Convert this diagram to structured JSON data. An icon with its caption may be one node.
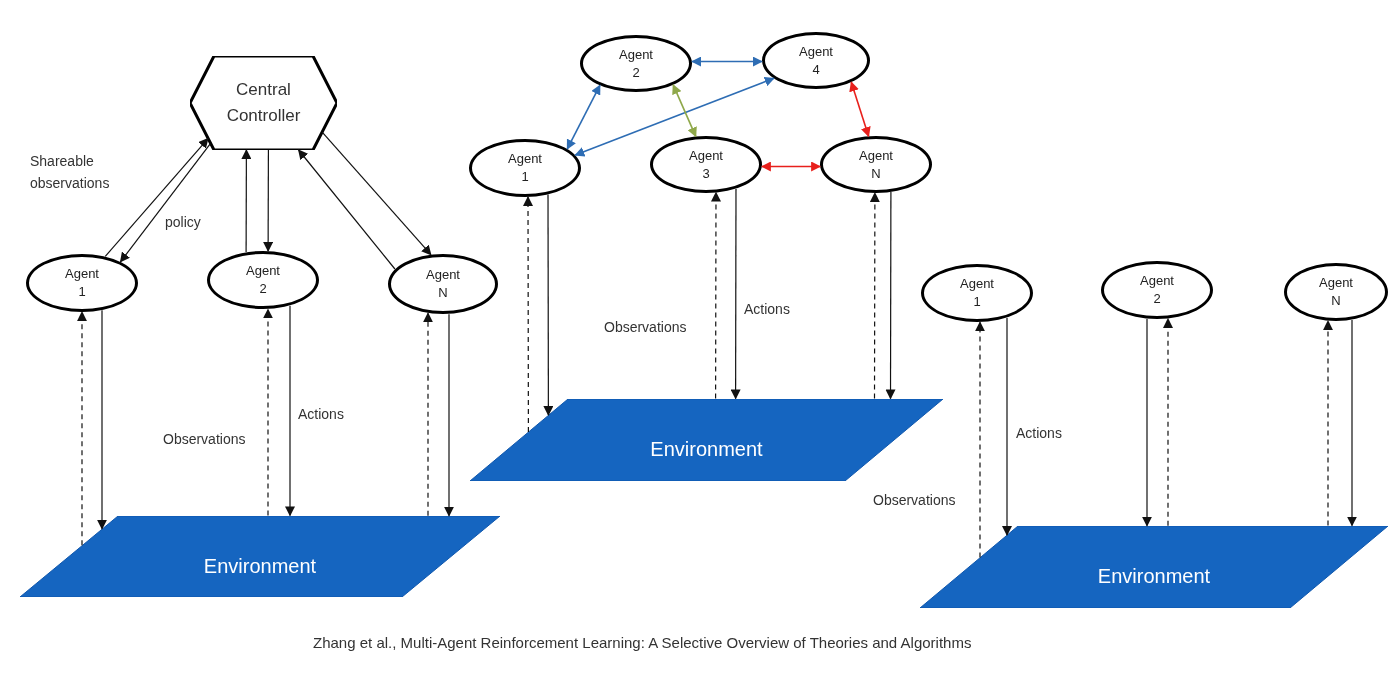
{
  "diagram": {
    "caption": "Zhang et al., Multi-Agent Reinforcement Learning: A Selective Overview of Theories and Algorithms",
    "nodes": [
      {
        "text": [
          "Central Controller"
        ]
      },
      {
        "text": [
          "Agent 1"
        ]
      },
      {
        "text": [
          "Agent 2"
        ]
      },
      {
        "text": [
          "Agent N"
        ]
      },
      {
        "text": [
          "Environment"
        ]
      },
      {
        "text": [
          "Agent 2"
        ]
      },
      {
        "text": [
          "Agent 4"
        ]
      },
      {
        "text": [
          "Agent 1"
        ]
      },
      {
        "text": [
          "Agent 3"
        ]
      },
      {
        "text": [
          "Agent N"
        ]
      },
      {
        "text": [
          "Environment"
        ]
      },
      {
        "text": [
          "Agent 1"
        ]
      },
      {
        "text": [
          "Agent 2"
        ]
      },
      {
        "text": [
          "Agent N"
        ]
      },
      {
        "text": [
          "Environment"
        ]
      }
    ],
    "edges": [
      {
        "from": 1,
        "to": 0,
        "arrow": "to",
        "label": "Shareable observations"
      },
      {
        "from": 0,
        "to": 1,
        "arrow": "to",
        "label": "policy"
      },
      {
        "from": 2,
        "to": 0,
        "arrow": "to"
      },
      {
        "from": 0,
        "to": 2,
        "arrow": "to"
      },
      {
        "from": 3,
        "to": 0,
        "arrow": "to"
      },
      {
        "from": 0,
        "to": 3,
        "arrow": "to"
      },
      {
        "from": 4,
        "to": 1,
        "arrow": "to",
        "style": "dashed"
      },
      {
        "from": 1,
        "to": 4,
        "arrow": "to"
      },
      {
        "from": 4,
        "to": 2,
        "arrow": "to",
        "style": "dashed",
        "label": "Observations"
      },
      {
        "from": 2,
        "to": 4,
        "arrow": "to",
        "label": "Actions"
      },
      {
        "from": 4,
        "to": 3,
        "arrow": "to",
        "style": "dashed"
      },
      {
        "from": 3,
        "to": 4,
        "arrow": "to"
      },
      {
        "from": 7,
        "to": 5,
        "arrow": "both",
        "color": "#2e6db4"
      },
      {
        "from": 5,
        "to": 6,
        "arrow": "both",
        "color": "#2e6db4"
      },
      {
        "from": 7,
        "to": 6,
        "arrow": "both",
        "color": "#2e6db4"
      },
      {
        "from": 5,
        "to": 8,
        "arrow": "both",
        "color": "#8fa84a"
      },
      {
        "from": 6,
        "to": 9,
        "arrow": "both",
        "color": "#e8201c"
      },
      {
        "from": 8,
        "to": 9,
        "arrow": "both",
        "color": "#e8201c"
      },
      {
        "from": 10,
        "to": 7,
        "arrow": "to",
        "style": "dashed"
      },
      {
        "from": 7,
        "to": 10,
        "arrow": "to"
      },
      {
        "from": 10,
        "to": 8,
        "arrow": "to",
        "style": "dashed",
        "label": "Observations"
      },
      {
        "from": 8,
        "to": 10,
        "arrow": "to",
        "label": "Actions"
      },
      {
        "from": 10,
        "to": 9,
        "arrow": "to",
        "style": "dashed"
      },
      {
        "from": 9,
        "to": 10,
        "arrow": "to"
      },
      {
        "from": 14,
        "to": 11,
        "arrow": "to",
        "style": "dashed",
        "label": "Observations"
      },
      {
        "from": 11,
        "to": 14,
        "arrow": "to",
        "label": "Actions"
      },
      {
        "from": 12,
        "to": 14,
        "arrow": "to"
      },
      {
        "from": 14,
        "to": 12,
        "arrow": "to",
        "style": "dashed"
      },
      {
        "from": 14,
        "to": 13,
        "arrow": "to",
        "style": "dashed"
      },
      {
        "from": 13,
        "to": 14,
        "arrow": "to"
      }
    ]
  }
}
